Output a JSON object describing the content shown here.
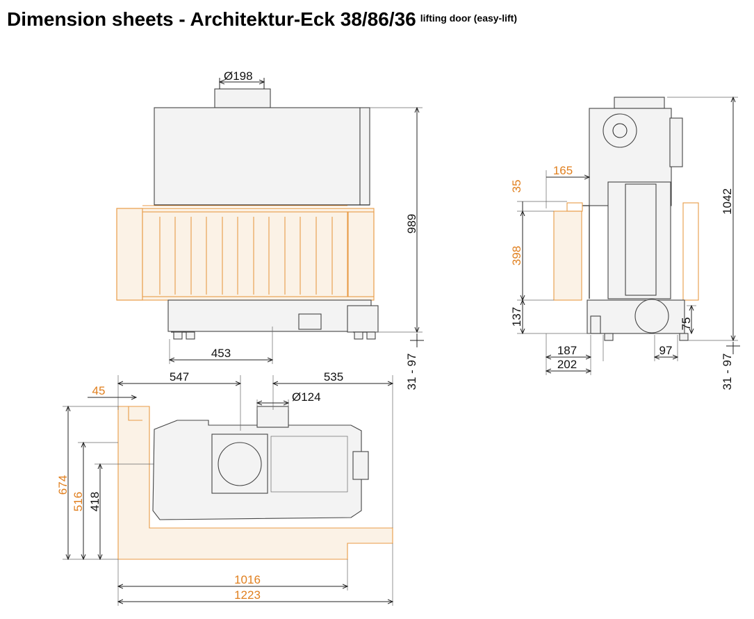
{
  "title": {
    "main": "Dimension sheets - Architektur-Eck 38/86/36",
    "sup": "lifting door (easy-lift)"
  },
  "colors": {
    "dimension_black": "#111111",
    "dimension_orange": "#e07f1e",
    "outline_orange": "#e89a45"
  },
  "front_view": {
    "flue_diameter": "Ø198",
    "height": "989",
    "offset": "453",
    "feet": "31 - 97"
  },
  "side_view": {
    "top_offset": "165",
    "d35": "35",
    "d398": "398",
    "d137": "137",
    "height": "1042",
    "d75": "75",
    "d187": "187",
    "d202": "202",
    "d97": "97",
    "feet": "31 - 97"
  },
  "top_view": {
    "d547": "547",
    "d535": "535",
    "d45": "45",
    "air_diameter": "Ø124",
    "d674": "674",
    "d516": "516",
    "d418": "418",
    "d1016": "1016",
    "d1223": "1223"
  }
}
